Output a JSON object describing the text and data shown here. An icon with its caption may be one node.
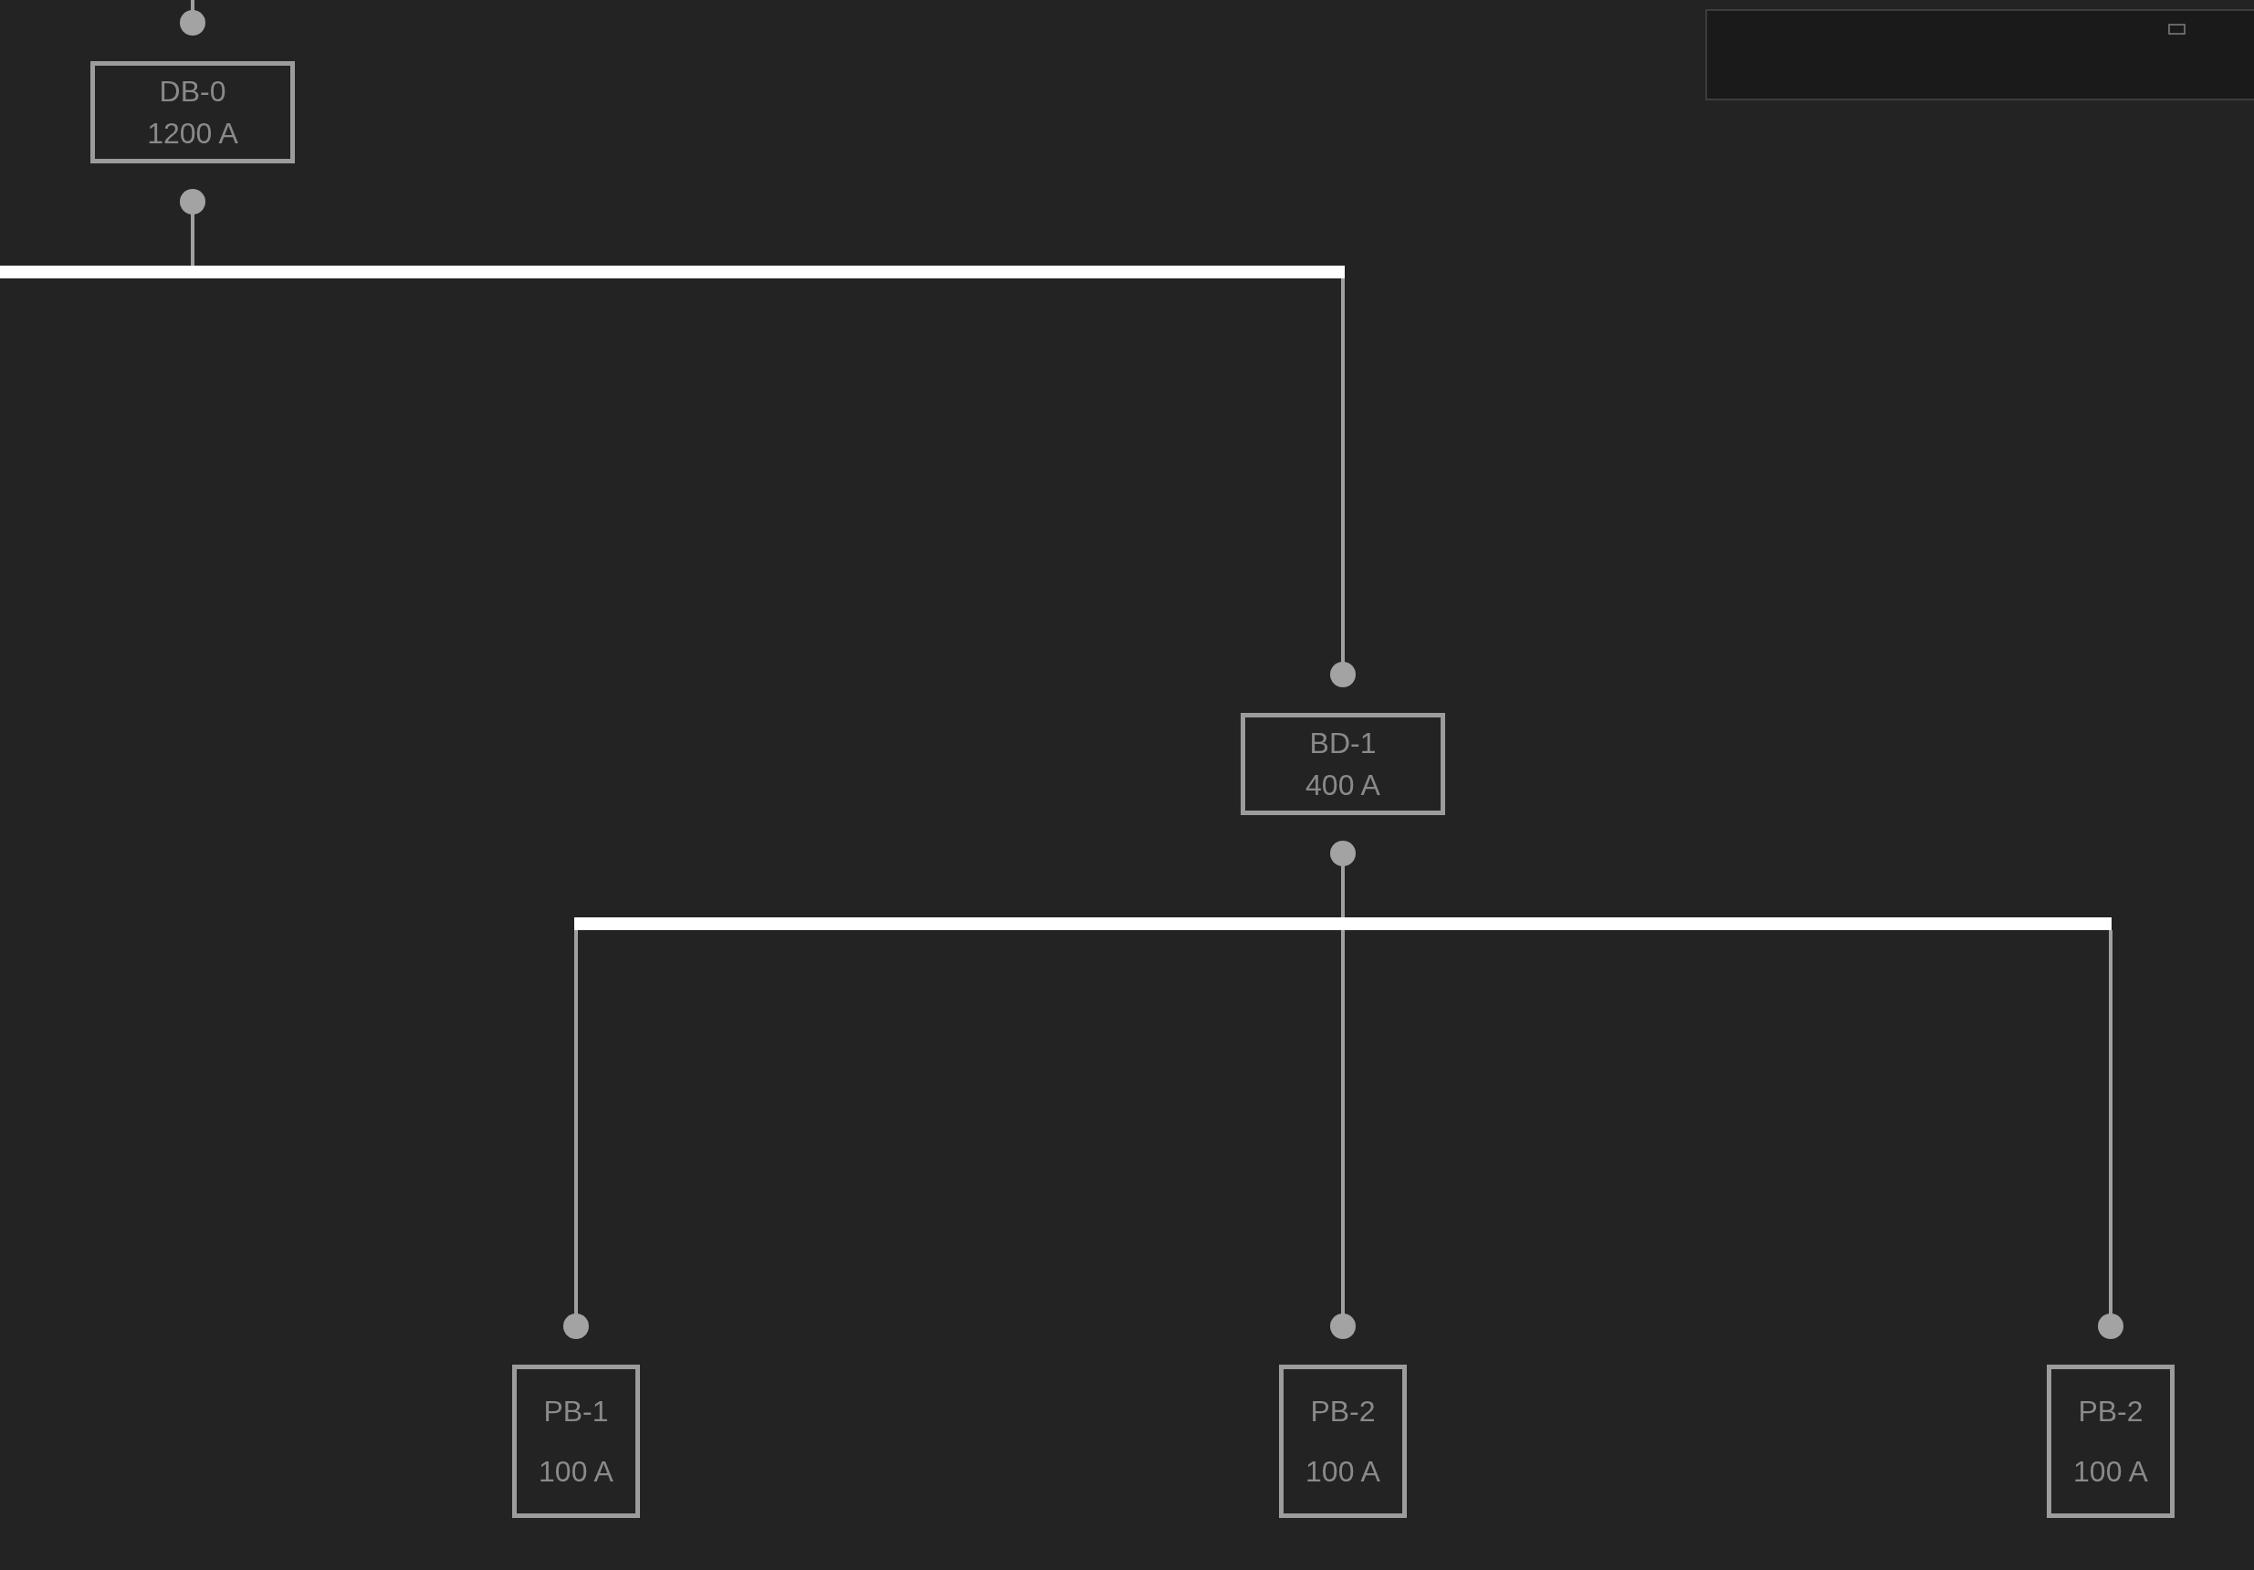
{
  "diagram": {
    "nodes": [
      {
        "text": [
          "DB-0",
          "1200 A"
        ]
      },
      {
        "text": [],
        "shape": "bar"
      },
      {
        "text": [
          "BD-1",
          "400 A"
        ]
      },
      {
        "text": [],
        "shape": "bar"
      },
      {
        "text": [
          "PB-1",
          "100 A"
        ]
      },
      {
        "text": [
          "PB-2",
          "100 A"
        ]
      },
      {
        "text": [
          "PB-2",
          "100 A"
        ]
      }
    ],
    "edges": [
      {
        "from": null,
        "to": 0,
        "arrow": "other"
      },
      {
        "from": 0,
        "to": 1,
        "arrow": "other"
      },
      {
        "from": 1,
        "to": 2,
        "arrow": "other"
      },
      {
        "from": 2,
        "to": 3,
        "arrow": "other"
      },
      {
        "from": 3,
        "to": 4,
        "arrow": "other"
      },
      {
        "from": 3,
        "to": 5,
        "arrow": "other"
      },
      {
        "from": 3,
        "to": 6,
        "arrow": "other"
      }
    ]
  }
}
